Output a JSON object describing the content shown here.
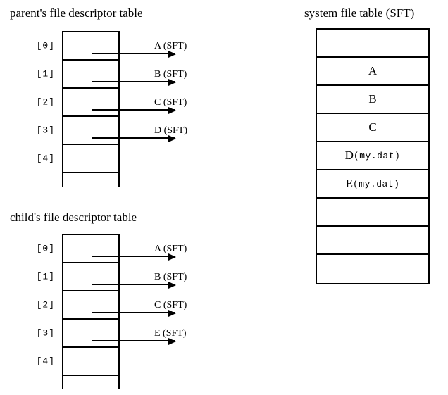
{
  "diagram": {
    "parent_table": {
      "title": "parent's file descriptor table",
      "rows": [
        {
          "index": "[0]",
          "pointer_label": "A (SFT)",
          "has_pointer": true
        },
        {
          "index": "[1]",
          "pointer_label": "B (SFT)",
          "has_pointer": true
        },
        {
          "index": "[2]",
          "pointer_label": "C (SFT)",
          "has_pointer": true
        },
        {
          "index": "[3]",
          "pointer_label": "D (SFT)",
          "has_pointer": true
        },
        {
          "index": "[4]",
          "pointer_label": "",
          "has_pointer": false
        },
        {
          "index": "",
          "pointer_label": "",
          "has_pointer": false
        }
      ]
    },
    "child_table": {
      "title": "child's file descriptor table",
      "rows": [
        {
          "index": "[0]",
          "pointer_label": "A (SFT)",
          "has_pointer": true
        },
        {
          "index": "[1]",
          "pointer_label": "B (SFT)",
          "has_pointer": true
        },
        {
          "index": "[2]",
          "pointer_label": "C (SFT)",
          "has_pointer": true
        },
        {
          "index": "[3]",
          "pointer_label": "E (SFT)",
          "has_pointer": true
        },
        {
          "index": "[4]",
          "pointer_label": "",
          "has_pointer": false
        },
        {
          "index": "",
          "pointer_label": "",
          "has_pointer": false
        }
      ]
    },
    "system_file_table": {
      "title": "system file table (SFT)",
      "rows": [
        {
          "name": "",
          "detail": ""
        },
        {
          "name": "A",
          "detail": ""
        },
        {
          "name": "B",
          "detail": ""
        },
        {
          "name": "C",
          "detail": ""
        },
        {
          "name": "D",
          "detail": "(my.dat)"
        },
        {
          "name": "E",
          "detail": "(my.dat)"
        },
        {
          "name": "",
          "detail": ""
        },
        {
          "name": "",
          "detail": ""
        },
        {
          "name": "",
          "detail": ""
        }
      ]
    },
    "colors": {
      "ink": "#000000",
      "background": "#ffffff"
    }
  }
}
